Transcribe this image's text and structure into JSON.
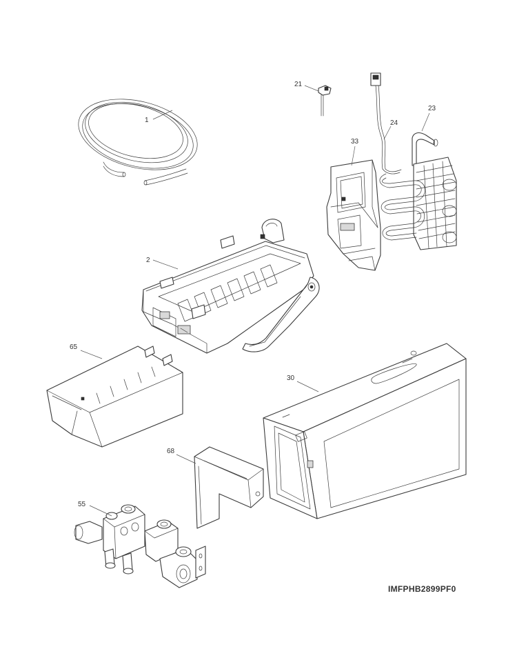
{
  "diagram": {
    "drawing_code": "IMFPHB2899PF0",
    "callouts": {
      "tubing": "1",
      "ice_maker": "2",
      "sensor": "21",
      "defrost_heater": "23",
      "wire_harness": "24",
      "ice_bucket": "30",
      "bracket": "33",
      "water_valve": "55",
      "ice_tray": "65",
      "cover": "68"
    }
  }
}
